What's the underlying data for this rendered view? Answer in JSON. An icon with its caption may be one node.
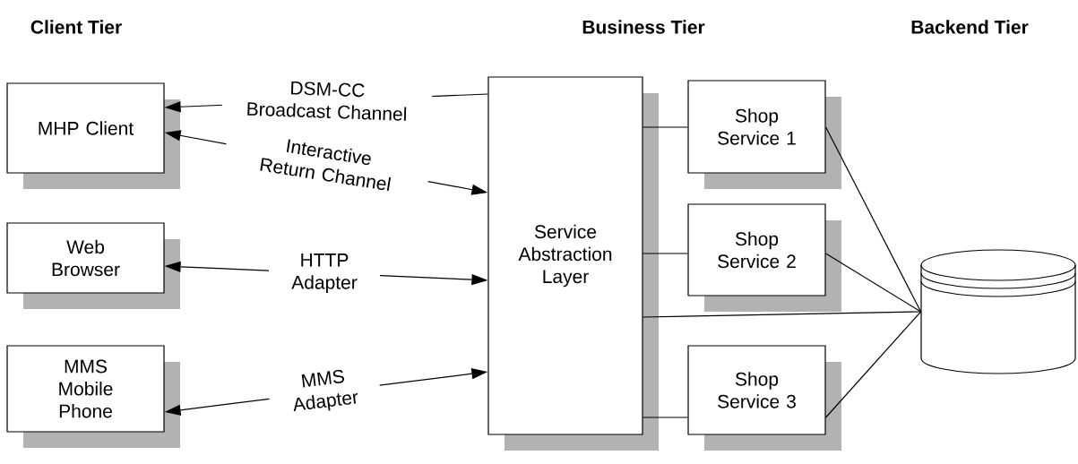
{
  "diagram": {
    "nodes": [
      {
        "text": [
          "MHP Client"
        ]
      },
      {
        "text": [
          "Web Browser"
        ]
      },
      {
        "text": [
          "MMS Mobile Phone"
        ]
      },
      {
        "text": [
          "Service Abstraction Layer"
        ]
      },
      {
        "text": [
          "Shop Service 1"
        ]
      },
      {
        "text": [
          "Shop Service 2"
        ]
      },
      {
        "text": [
          "Shop Service 3"
        ]
      },
      {
        "text": [],
        "shape": "cylinder"
      }
    ],
    "edges": [
      {
        "from": 3,
        "to": 0,
        "arrow": "to",
        "label": "DSM-CC Broadcast Channel"
      },
      {
        "from": 0,
        "to": 3,
        "arrow": "both",
        "label": "Interactive Return Channel"
      },
      {
        "from": 1,
        "to": 3,
        "arrow": "both",
        "label": "HTTP Adapter"
      },
      {
        "from": 2,
        "to": 3,
        "arrow": "both",
        "label": "MMS Adapter"
      },
      {
        "from": 3,
        "to": 4,
        "arrow": "none"
      },
      {
        "from": 3,
        "to": 5,
        "arrow": "none"
      },
      {
        "from": 3,
        "to": 6,
        "arrow": "none"
      },
      {
        "from": 3,
        "to": 7,
        "arrow": "none"
      },
      {
        "from": 4,
        "to": 7,
        "arrow": "none"
      },
      {
        "from": 5,
        "to": 7,
        "arrow": "none"
      },
      {
        "from": 6,
        "to": 7,
        "arrow": "none"
      }
    ],
    "labels": [
      "Client Tier",
      "Business Tier",
      "Backend Tier"
    ]
  }
}
